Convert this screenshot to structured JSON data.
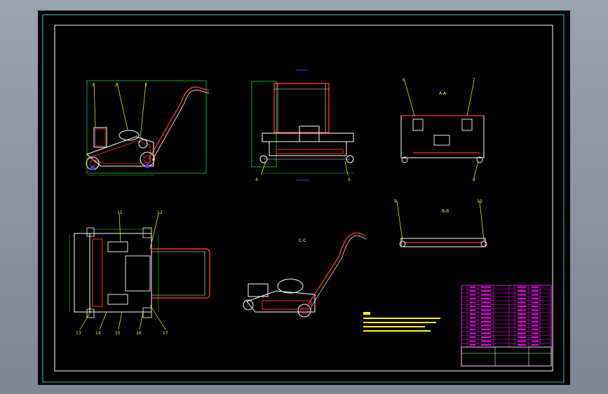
{
  "drawing": {
    "layer_colors": {
      "part": "#ff3030",
      "outline": "#ffffff",
      "dimension": "#22cc22",
      "leader": "#ffff00",
      "hidden": "#6060ff",
      "table": "#ff00ff",
      "frame": "#22cccc"
    },
    "view_labels": {
      "section_aa": "A-A",
      "section_bb": "B-B",
      "view_cc": "C-C"
    },
    "part_callouts": {
      "front": [
        "1",
        "2",
        "3"
      ],
      "side": [
        "4",
        "5"
      ],
      "aa": [
        "6",
        "7",
        "8"
      ],
      "bb": [
        "9",
        "10"
      ],
      "top": [
        "11",
        "12",
        "13",
        "14",
        "15",
        "16",
        "17"
      ]
    },
    "notes_color": "#ffff00"
  }
}
